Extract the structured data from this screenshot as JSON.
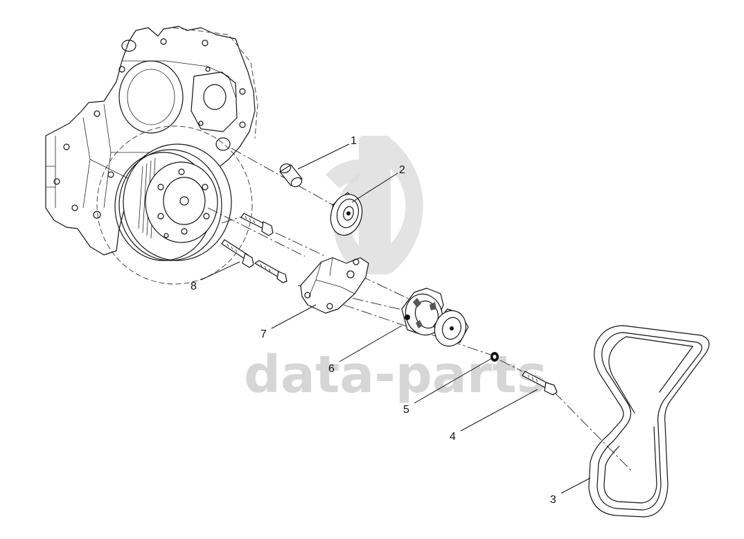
{
  "callouts": {
    "c1": "1",
    "c2": "2",
    "c3": "3",
    "c4": "4",
    "c5": "5",
    "c6": "6",
    "c7": "7",
    "c8": "8"
  },
  "watermark": {
    "text": "data-parts"
  }
}
